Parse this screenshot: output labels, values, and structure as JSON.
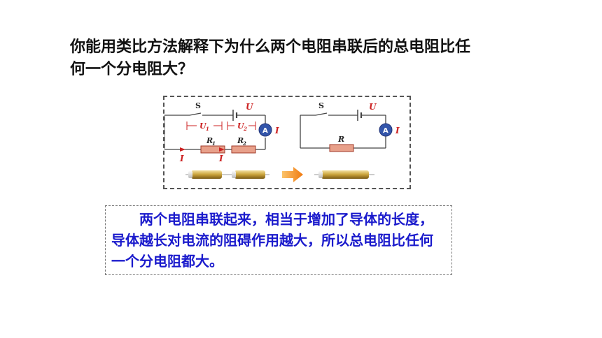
{
  "slide": {
    "question": "你能用类比方法解释下为什么两个电阻串联后的总电阻比任何一个分电阻大？",
    "answer": "两个电阻串联起来，相当于增加了导体的长度，导体越长对电流的阻碍作用越大，所以总电阻比任何一个分电阻都大。"
  },
  "figure": {
    "left_circuit": {
      "switch": "S",
      "source": "U",
      "ammeter": "A",
      "current": "I",
      "v1": "U",
      "v1_sub": "1",
      "v2": "U",
      "v2_sub": "2",
      "r1": "R",
      "r1_sub": "1",
      "r2": "R",
      "r2_sub": "2",
      "i_bottom_left": "I",
      "i_bottom_mid": "I"
    },
    "right_circuit": {
      "switch": "S",
      "source": "U",
      "ammeter": "A",
      "current": "I",
      "resistor": "R"
    }
  },
  "colors": {
    "answer_text": "#1a1acc",
    "label_red": "#cc2222",
    "resistor_fill": "#e8a08a",
    "ammeter_fill": "#3355aa",
    "arrow_orange": "#f08a1a",
    "rod_gold": "#b8962e"
  }
}
